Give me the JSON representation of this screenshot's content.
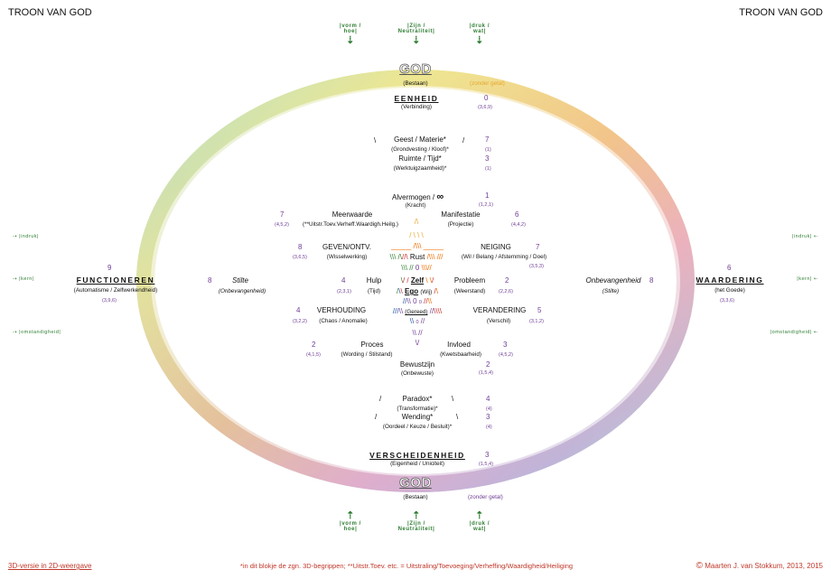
{
  "header": {
    "title_left": "TROON VAN GOD",
    "title_right": "TROON VAN GOD"
  },
  "top_pointers": [
    {
      "line1": "|vorm /",
      "line2": "hoe|",
      "arrow": "⇣"
    },
    {
      "line1": "|Zijn /",
      "line2": "Neutraliteit|",
      "arrow": "⇣"
    },
    {
      "line1": "|druk /",
      "line2": "wat|",
      "arrow": "⇣"
    }
  ],
  "bottom_pointers": [
    {
      "line1": "|vorm /",
      "line2": "hoe|",
      "arrow": "⇡"
    },
    {
      "line1": "|Zijn /",
      "line2": "Neutraliteit|",
      "arrow": "⇡"
    },
    {
      "line1": "|druk /",
      "line2": "wat|",
      "arrow": "⇡"
    }
  ],
  "side_pointers_left": [
    {
      "arrow": "⇢",
      "text": "|indruk|"
    },
    {
      "arrow": "⇢",
      "text": "|kern|"
    },
    {
      "arrow": "⇢",
      "text": "|omstandigheid|"
    }
  ],
  "side_pointers_right": [
    {
      "arrow": "⇠",
      "text": "|indruk|"
    },
    {
      "arrow": "⇠",
      "text": "|kern|"
    },
    {
      "arrow": "⇠",
      "text": "|omstandigheid|"
    }
  ],
  "god_top": {
    "title": "GOD",
    "sub": "(Bestaan)",
    "note": "(zonder getal)"
  },
  "god_bottom": {
    "title": "GOD",
    "sub": "(Bestaan)",
    "note": "(zonder getal)"
  },
  "eenheid": {
    "title": "EENHEID",
    "sub": "(Verbinding)",
    "num": "0",
    "triplet": "(3,6,9)"
  },
  "geest": {
    "title": "Geest / Materie*",
    "sub": "(Grondvesting / Kloof)*",
    "num": "7",
    "triplet": "(1)"
  },
  "ruimte": {
    "title": "Ruimte / Tijd*",
    "sub": "(Werktuigzaamheid)*",
    "num": "3",
    "triplet": "(1)"
  },
  "alvermogen": {
    "title": "Alvermogen /",
    "symbol": "∞",
    "sub": "(Kracht)",
    "num": "1",
    "triplet": "(1,2,1)"
  },
  "meerwaarde": {
    "title": "Meerwaarde",
    "sub": "(**Uitstr.Toev.Verheff.Waardigh.Heilg.)",
    "num": "7",
    "triplet": "(4,5,2)"
  },
  "manifestatie": {
    "title": "Manifestatie",
    "sub": "(Projectie)",
    "num": "6",
    "triplet": "(4,4,2)"
  },
  "geven": {
    "title": "GEVEN/ONTV.",
    "sub": "(Wisselwerking)",
    "num": "8",
    "triplet": "(3,6,5)"
  },
  "neiging": {
    "title": "NEIGING",
    "sub": "(Wil / Belang / Afstemming / Doel)",
    "num": "7",
    "triplet": "(3,5,3)"
  },
  "rust": {
    "title": "Rust",
    "num": "0"
  },
  "hulp": {
    "title": "Hulp",
    "sub": "(Tijd)",
    "num": "4",
    "triplet": "(2,3,1)"
  },
  "probleem": {
    "title": "Probleem",
    "sub": "(Weerstand)",
    "num": "2",
    "triplet": "(2,2,6)"
  },
  "zelf": {
    "title": "Zelf"
  },
  "ego": {
    "title": "Ego",
    "sub": "(Wij)",
    "num_left": "0",
    "num_right": "0"
  },
  "gereed": {
    "sub": "(Gereed)",
    "num": "0"
  },
  "verhouding": {
    "title": "VERHOUDING",
    "sub": "(Chaos / Anomalie)",
    "num": "4",
    "triplet": "(3,2,2)"
  },
  "verandering": {
    "title": "VERANDERING",
    "sub": "(Verschil)",
    "num": "5",
    "triplet": "(3,1,2)"
  },
  "proces": {
    "title": "Proces",
    "sub": "(Wording / Stilstand)",
    "num": "2",
    "triplet": "(4,1,5)"
  },
  "invloed": {
    "title": "Invloed",
    "sub": "(Kwetsbaarheid)",
    "num": "3",
    "triplet": "(4,5,2)"
  },
  "bewustzijn": {
    "title": "Bewustzijn",
    "sub": "(Onbewuste)",
    "num": "2",
    "triplet": "(1,5,4)"
  },
  "paradox": {
    "title": "Paradox*",
    "sub": "(Transformatie)*",
    "num": "4",
    "triplet": "(4)"
  },
  "wending": {
    "title": "Wending*",
    "sub": "(Oordeel / Keuze / Besluit)*",
    "num": "3",
    "triplet": "(4)"
  },
  "verscheidenheid": {
    "title": "VERSCHEIDENHEID",
    "sub": "(Eigenheid / Uniciteit)",
    "num": "3",
    "triplet": "(1,5,4)"
  },
  "functioneren": {
    "title": "FUNCTIONEREN",
    "sub": "(Automatisme / Zelfwerkendheid)",
    "num": "9",
    "triplet": "(3,9,6)"
  },
  "stilte_left": {
    "title": "Stilte",
    "sub": "(Onbevangenheid)",
    "num": "8"
  },
  "waardering": {
    "title": "WAARDERING",
    "sub": "(het Goede)",
    "num": "6",
    "triplet": "(3,3,6)"
  },
  "onbevangenheid_right": {
    "title": "Onbevangenheid",
    "sub": "(Stilte)",
    "num": "8"
  },
  "glyphs": {
    "g1": "\\",
    "g2": "/",
    "g3": "_____ /\\\\\\ _____",
    "g4": "\\\\\\  /\\//\\\\\\  ///",
    "g5": "\\\\\\ //  0  \\\\\\//",
    "g6": "\\/\\\\",
    "g7": "//\\\\",
    "g8": "/\\\\",
    "g9": "/\\\\",
    "g10": "///\\\\ 0  (0)  /\\///",
    "g11": "\\\\\\  (0)  //",
    "g12": "\\\\ //",
    "g13": "\\/"
  },
  "footer": {
    "left": "3D-versie in 2D-weergave",
    "middle": "*in dit blokje de zgn. 3D-begrippen;   **Uitstr.Toev. etc. = Uitstraling/Toevoeging/Verheffing/Waardigheid/Heiliging",
    "right_symbol": "©",
    "right": "Maarten J. van Stokkum, 2013, 2015"
  },
  "colors": {
    "ring": [
      "#f3e27a",
      "#f6c27a",
      "#f0a3c7",
      "#c9a6dc",
      "#a8d6ef",
      "#9fd3b9",
      "#cfe59c"
    ],
    "numbers": "#6f3d96",
    "pointers": "#2e7d32",
    "footer": "#c0392b"
  }
}
